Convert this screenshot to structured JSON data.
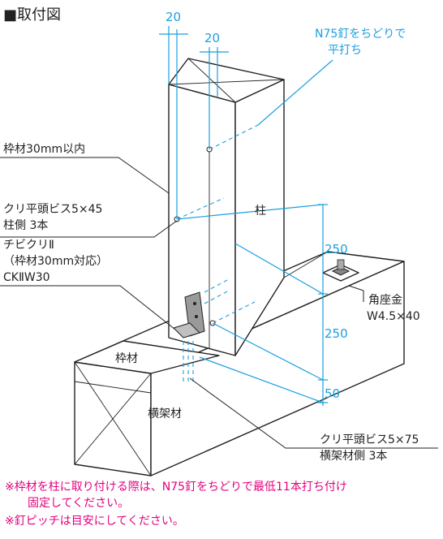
{
  "title": "■取付図",
  "dimensions": {
    "top_left": "20",
    "top_right": "20",
    "d250_upper": "250",
    "d250_lower": "250",
    "d50": "50"
  },
  "labels": {
    "nail_note_1": "N75釘をちどりで",
    "nail_note_2": "平打ち",
    "frame_within": "枠材30mm以内",
    "screw45_1": "クリ平頭ビス5×45",
    "screw45_2": "柱側 3本",
    "clip_1": "チビクリⅡ",
    "clip_2": "（枠材30mm対応）",
    "clip_3": "CKⅡW30",
    "column": "柱",
    "frame": "枠材",
    "beam": "横架材",
    "plate_1": "角座金",
    "plate_2": "W4.5×40",
    "screw75_1": "クリ平頭ビス5×75",
    "screw75_2": "横架材側 3本"
  },
  "footnotes": {
    "line1": "※枠材を柱に取り付ける際は、N75釘をちどりで最低11本打ち付け",
    "line2": "固定してください。",
    "line3": "※釘ピッチは目安にしてください。"
  }
}
